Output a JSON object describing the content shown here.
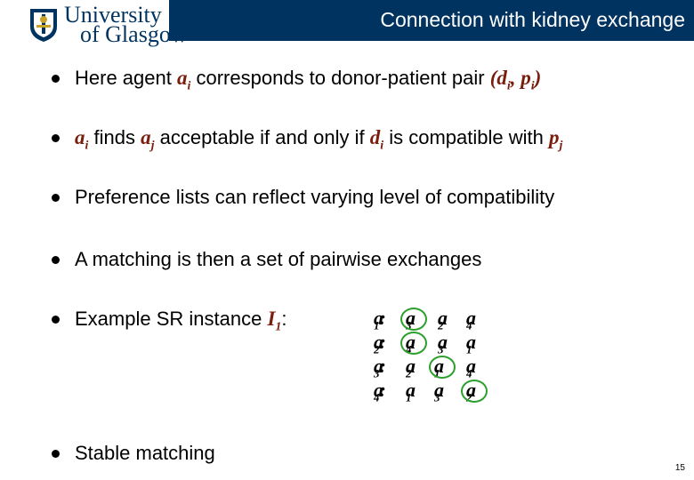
{
  "header": {
    "logo_line1": "University",
    "logo_line2": "of Glasgow",
    "title": "Connection with kidney exchange",
    "band_color": "#00335f"
  },
  "bullets": {
    "b1": {
      "pre": "Here agent",
      "a": "a",
      "a_sub": "i",
      "mid": "corresponds to donor-patient pair",
      "pair": "(d",
      "pair_sub1": "i",
      "pair_comma": ", p",
      "pair_sub2": "i",
      "pair_close": ")"
    },
    "b2": {
      "a": "a",
      "a_sub": "i",
      "t1": "finds",
      "b": "a",
      "b_sub": "j",
      "t2": "acceptable if and only if",
      "d": "d",
      "d_sub": "i",
      "t3": "is compatible with",
      "p": "p",
      "p_sub": "j"
    },
    "b3": "Preference lists can reflect varying level of compatibility",
    "b4": "A matching is then a set of pairwise exchanges",
    "b5": {
      "text": "Example SR instance",
      "sym": "I",
      "sym_sub": "1",
      "colon": ":"
    },
    "b6": "Stable matching"
  },
  "preferences": [
    {
      "agent": "a",
      "agent_sub": "1",
      "list": [
        {
          "v": "a",
          "s": "3"
        },
        {
          "v": "a",
          "s": "2"
        },
        {
          "v": "a",
          "s": "4"
        }
      ]
    },
    {
      "agent": "a",
      "agent_sub": "2",
      "list": [
        {
          "v": "a",
          "s": "4"
        },
        {
          "v": "a",
          "s": "3"
        },
        {
          "v": "a",
          "s": "1"
        }
      ]
    },
    {
      "agent": "a",
      "agent_sub": "3",
      "list": [
        {
          "v": "a",
          "s": "2"
        },
        {
          "v": "a",
          "s": "1"
        },
        {
          "v": "a",
          "s": "4"
        }
      ]
    },
    {
      "agent": "a",
      "agent_sub": "4",
      "list": [
        {
          "v": "a",
          "s": "1"
        },
        {
          "v": "a",
          "s": "3"
        },
        {
          "v": "a",
          "s": "2"
        }
      ]
    }
  ],
  "highlight_color": "#2ca02c",
  "page_number": "15"
}
